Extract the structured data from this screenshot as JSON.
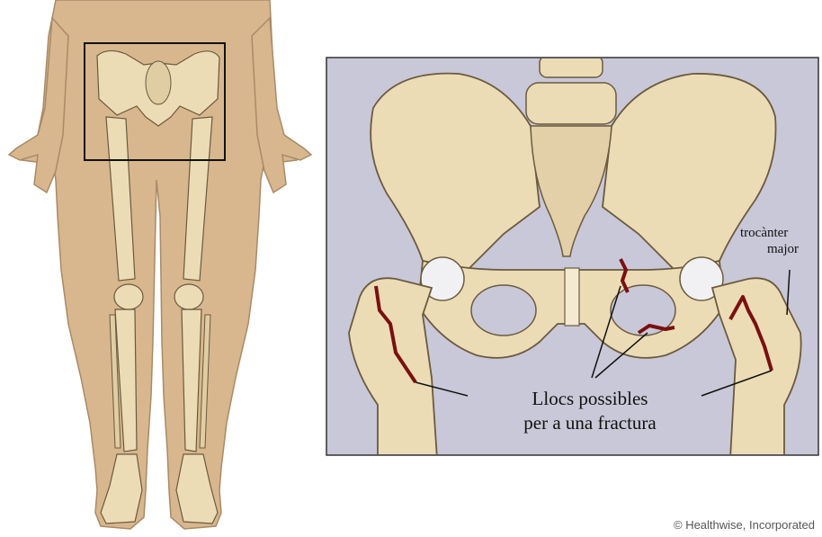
{
  "labels": {
    "trochanter_line1": "trocànter",
    "trochanter_line2": "major",
    "fracture_line1": "Llocs possibles",
    "fracture_line2": "per a una fractura"
  },
  "credit": "© Healthwise, Incorporated",
  "colors": {
    "skin": "#d8b78e",
    "skin_outline": "#a98a66",
    "bone": "#ecdcb6",
    "bone_shadow": "#c9b083",
    "bone_outline": "#6b5a3e",
    "panel_bg": "#c9c8d8",
    "fracture": "#7a1010"
  }
}
